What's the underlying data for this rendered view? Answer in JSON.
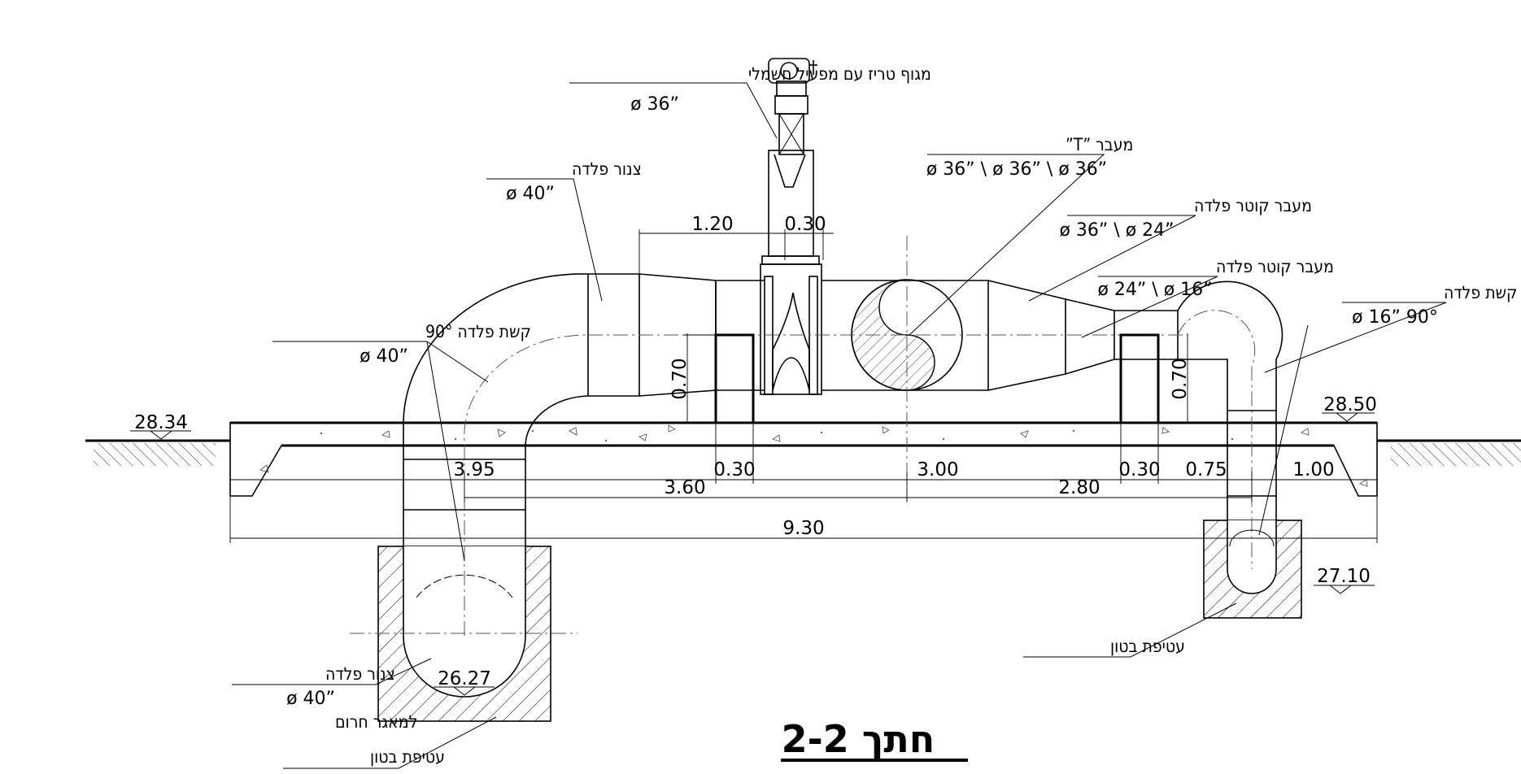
{
  "title": "חתך 2-2",
  "labels": {
    "gate_valve": "מגוף טריז עם מפעיל חשמלי",
    "gate_valve_size": "ø 36”",
    "tee": "מעבר ”T”",
    "tee_size": "ø 36” \\ ø 36” \\ ø 36”",
    "reducer1": "מעבר קוטר פלדה",
    "reducer1_size": "ø 36” \\ ø 24”",
    "reducer2": "מעבר קוטר פלדה",
    "reducer2_size": "ø 24” \\ ø 16”",
    "steel_pipe_top": "צנור פלדה",
    "steel_pipe_top_size": "ø 40”",
    "elbow_left": "קשת פלדה 90°",
    "elbow_left_size": "ø 40”",
    "elbow_right": "קשת פלדה",
    "elbow_right_size": "ø 16”   90°",
    "steel_pipe_bottom": "צנור פלדה",
    "steel_pipe_bottom_size": "ø 40”",
    "steel_pipe_bottom_note": "למאגר חרום",
    "concrete_left": "עטיפת בטון",
    "concrete_right": "עטיפת בטון"
  },
  "levels": {
    "left_ground": "28.34",
    "right_ground": "28.50",
    "left_pipe": "26.27",
    "right_pipe": "27.10"
  },
  "dimensions": {
    "d_120": "1.20",
    "d_030_top": "0.30",
    "d_070_left": "0.70",
    "d_070_right": "0.70",
    "d_395": "3.95",
    "d_030_a": "0.30",
    "d_300": "3.00",
    "d_030_b": "0.30",
    "d_075": "0.75",
    "d_100": "1.00",
    "d_360": "3.60",
    "d_280": "2.80",
    "d_930": "9.30"
  }
}
